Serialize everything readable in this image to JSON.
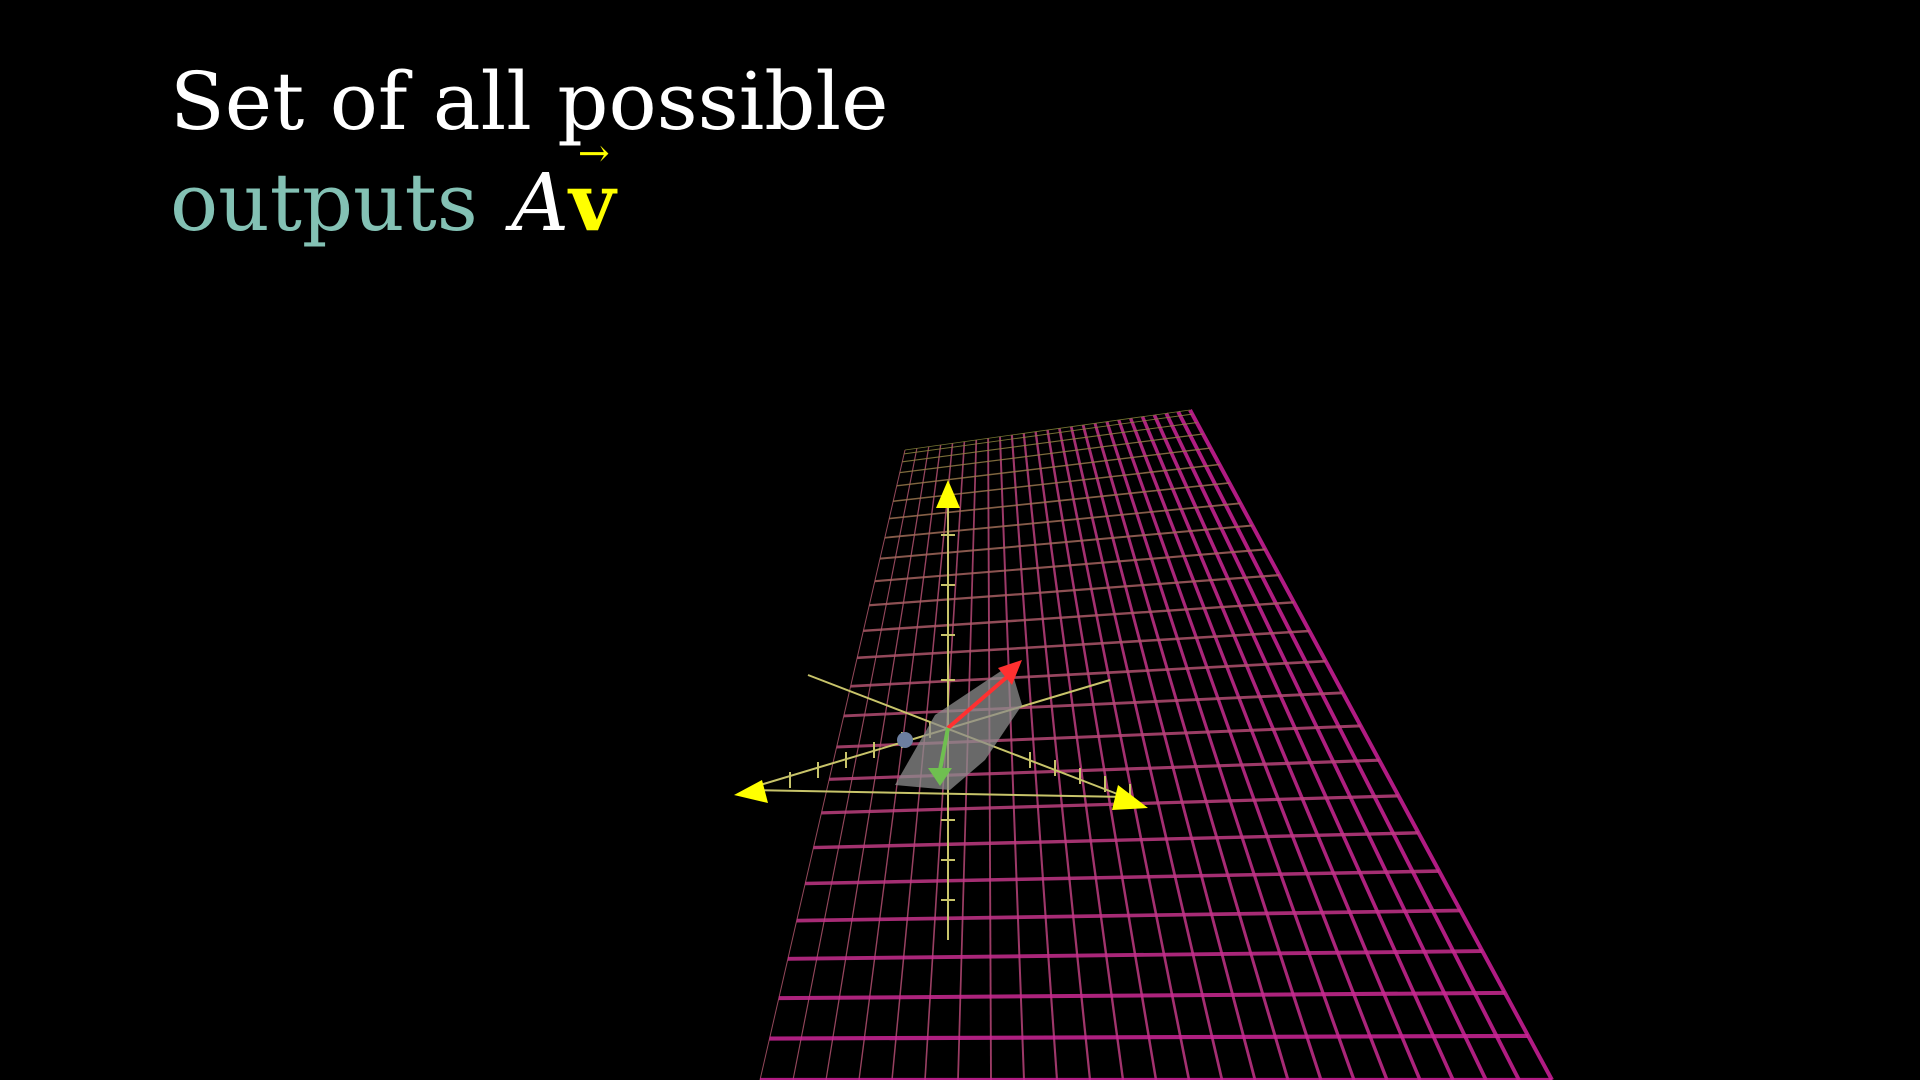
{
  "caption": {
    "line1": "Set of all possible",
    "line2_word": "outputs",
    "matrix_symbol": "A",
    "vector_symbol": "v",
    "vector_arrow": "→"
  },
  "colors": {
    "background": "#000000",
    "caption_text": "#ffffff",
    "outputs_teal": "#83c1b4",
    "vector_yellow": "#ffff00",
    "axis_olive": "#c8c46a",
    "axis_cone_yellow": "#ffff00",
    "grid_near": "#d0209a",
    "grid_far": "#8a8a3a",
    "basis_red": "#ff3030",
    "basis_green": "#6fbf50",
    "basis_blue": "#6c7fa0",
    "cube_gray": "#8c8c8c"
  },
  "scene": {
    "description_icons": [
      "axis-cone-icon",
      "basis-arrow-icon"
    ]
  }
}
